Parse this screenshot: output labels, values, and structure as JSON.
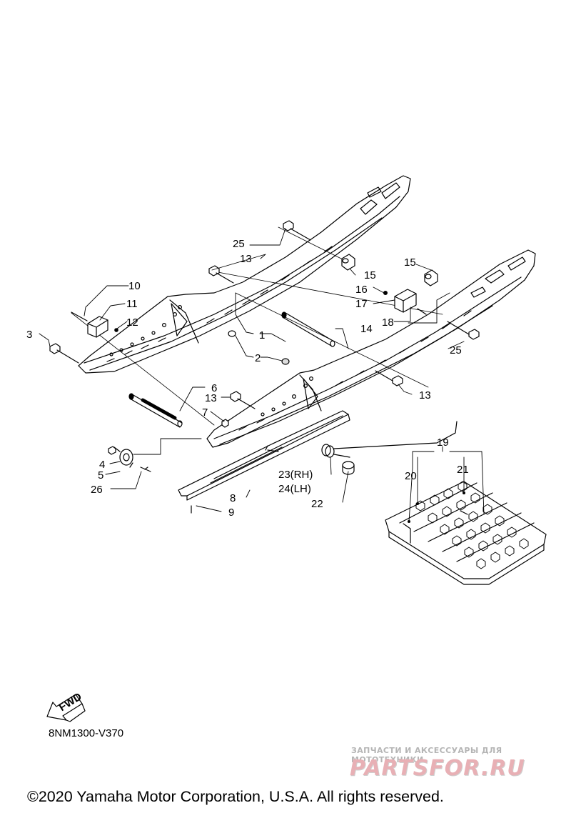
{
  "callouts": {
    "c1": "1",
    "c2": "2",
    "c3": "3",
    "c4": "4",
    "c5": "5",
    "c6": "6",
    "c7": "7",
    "c8": "8",
    "c9": "9",
    "c10": "10",
    "c11": "11",
    "c12": "12",
    "c13a": "13",
    "c13b": "13",
    "c13c": "13",
    "c14": "14",
    "c15a": "15",
    "c15b": "15",
    "c16": "16",
    "c17": "17",
    "c18": "18",
    "c19": "19",
    "c20": "20",
    "c21": "21",
    "c22": "22",
    "c23": "23(RH)",
    "c24": "24(LH)",
    "c25a": "25",
    "c25b": "25",
    "c26": "26"
  },
  "fwd_label": "FWD",
  "diagram_code": "8NM1300-V370",
  "watermark": {
    "tagline": "ЗАПЧАСТИ И АКСЕССУАРЫ ДЛЯ МОТОТЕХНИКИ",
    "logo": "PARTSFOR.RU"
  },
  "copyright": "©2020 Yamaha Motor Corporation, U.S.A. All rights reserved.",
  "colors": {
    "line": "#000000",
    "watermark_gray": "#b5b5b5",
    "watermark_red": "#e8b0b5"
  }
}
